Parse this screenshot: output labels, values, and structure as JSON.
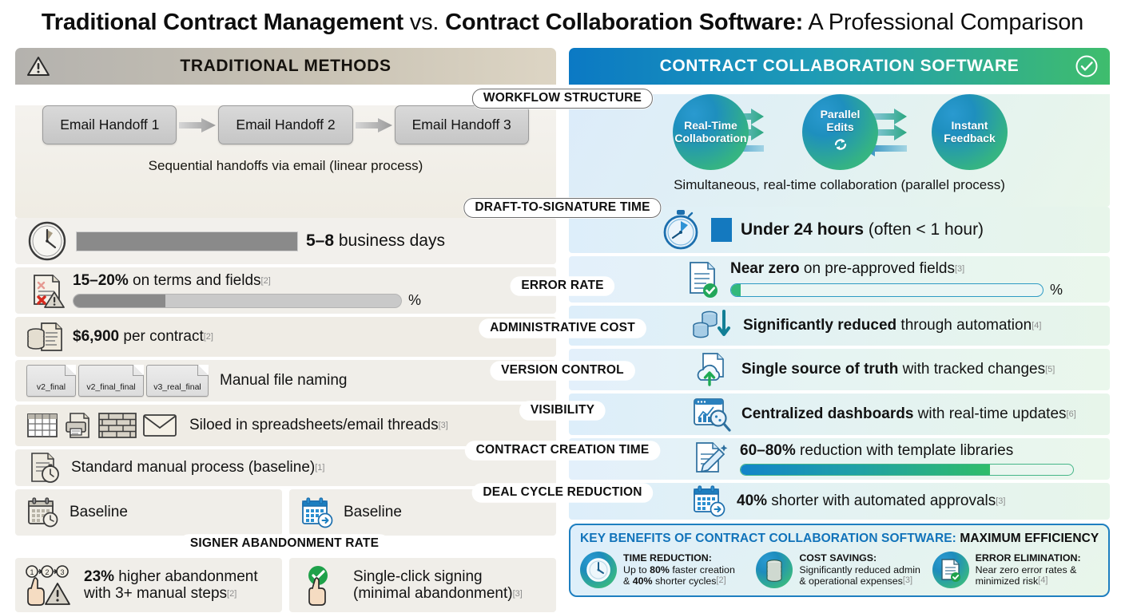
{
  "title": {
    "part1": "Traditional Contract Management",
    "part2": " vs. ",
    "part3": "Contract Collaboration Software:",
    "part4": " A Professional Comparison"
  },
  "colors": {
    "left_header_start": "#b4b2ae",
    "left_header_end": "#ddd5c4",
    "right_header_start": "#0b79c4",
    "right_header_end": "#3fbd6d",
    "accent_blue": "#1173ba",
    "accent_green": "#33b87b",
    "grey_bar": "#8a8a8a"
  },
  "left_panel": {
    "header": "TRADITIONAL METHODS",
    "header_icon": "warning-triangle-icon",
    "workflow": {
      "steps": [
        "Email Handoff 1",
        "Email Handoff 2",
        "Email Handoff 3"
      ],
      "caption": "Sequential handoffs via email (linear process)"
    },
    "rows": [
      {
        "id": "draft-to-signature",
        "icon": "analog-clock-icon",
        "bold": "5–8",
        "rest": " business days",
        "bar": {
          "type": "solid-grey",
          "fill_pct": 100
        }
      },
      {
        "id": "error-rate",
        "icon": "document-error-icon",
        "bold": "15–20%",
        "rest": " on terms and fields",
        "ref": "[2]",
        "bar": {
          "type": "track-grey",
          "fill_pct": 28,
          "suffix": "%"
        }
      },
      {
        "id": "administrative-cost",
        "icon": "coins-document-icon",
        "bold": "$6,900",
        "rest": " per contract",
        "ref": "[2]"
      },
      {
        "id": "version-control",
        "icon": "file-versions-icon",
        "files": [
          "v2_final",
          "v2_final_final",
          "v3_real_final"
        ],
        "rest": "Manual file naming"
      },
      {
        "id": "visibility",
        "icons": [
          "spreadsheet-icon",
          "printer-document-icon",
          "brick-wall-icon",
          "envelope-icon"
        ],
        "rest": "Siloed in spreadsheets/email threads",
        "ref": "[3]"
      },
      {
        "id": "contract-creation-time",
        "icon": "document-stopwatch-icon",
        "rest": "Standard manual process (baseline)",
        "ref": "[1]"
      }
    ],
    "baseline_split": [
      {
        "icon": "calendar-clock-icon",
        "label": "Baseline"
      },
      {
        "icon": "calendar-arrow-icon-blue",
        "label": "Baseline"
      }
    ],
    "abandonment": {
      "icon": "steps-hand-warning-icon",
      "bold": "23%",
      "line1_rest": " higher abandonment",
      "line2": "with 3+ manual steps",
      "ref": "[2]"
    }
  },
  "right_panel": {
    "header": "CONTRACT COLLABORATION SOFTWARE",
    "header_icon": "check-circle-icon",
    "workflow": {
      "nodes": [
        "Real-Time\nCollaboration",
        "Parallel\nEdits",
        "Instant\nFeedback"
      ],
      "node_labels": [
        {
          "l1": "Real-Time",
          "l2": "Collaboration"
        },
        {
          "l1": "Parallel",
          "l2": "Edits"
        },
        {
          "l1": "Instant",
          "l2": "Feedback"
        }
      ],
      "caption": "Simultaneous, real-time collaboration (parallel process)"
    },
    "rows": [
      {
        "id": "draft-to-signature",
        "icon": "stopwatch-icon",
        "swatch": "blue-square",
        "bold": "Under 24 hours",
        "rest": " (often < 1 hour)"
      },
      {
        "id": "error-rate",
        "icon": "document-check-icon",
        "bold": "Near zero",
        "rest": " on pre-approved fields",
        "ref": "[3]",
        "bar": {
          "type": "track-blue",
          "fill_pct": 3,
          "suffix": "%"
        }
      },
      {
        "id": "administrative-cost",
        "icon": "coins-down-arrow-icon",
        "bold": "Significantly reduced",
        "rest": " through automation",
        "ref": "[4]"
      },
      {
        "id": "version-control",
        "icon": "cloud-upload-document-icon",
        "bold": "Single source of truth",
        "rest": " with tracked changes",
        "ref": "[5]"
      },
      {
        "id": "visibility",
        "icon": "dashboard-magnifier-icon",
        "bold": "Centralized dashboards",
        "rest": " with real-time updates",
        "ref": "[6]"
      },
      {
        "id": "contract-creation-time",
        "icon": "document-magic-pen-icon",
        "bold": "60–80%",
        "rest": " reduction with template libraries",
        "bar": {
          "type": "track-grad",
          "fill_pct": 75
        }
      },
      {
        "id": "deal-cycle-reduction",
        "icon": "calendar-arrow-icon-blue",
        "bold": "40%",
        "rest": " shorter with automated approvals",
        "ref": "[3]"
      }
    ],
    "abandonment": {
      "icon": "green-check-hand-icon",
      "line1": "Single-click signing",
      "line2": "(minimal abandonment)",
      "ref": "[3]"
    }
  },
  "center_labels": [
    {
      "id": "workflow-structure",
      "text": "WORKFLOW STRUCTURE",
      "outlined": true
    },
    {
      "id": "draft-to-signature-time",
      "text": "DRAFT-TO-SIGNATURE TIME",
      "outlined": true
    },
    {
      "id": "error-rate",
      "text": "ERROR RATE",
      "outlined": false
    },
    {
      "id": "administrative-cost",
      "text": "ADMINISTRATIVE COST",
      "outlined": false
    },
    {
      "id": "version-control",
      "text": "VERSION CONTROL",
      "outlined": false
    },
    {
      "id": "visibility",
      "text": "VISIBILITY",
      "outlined": false
    },
    {
      "id": "contract-creation-time",
      "text": "CONTRACT CREATION TIME",
      "outlined": false
    },
    {
      "id": "deal-cycle-reduction",
      "text": "DEAL CYCLE REDUCTION",
      "outlined": false
    },
    {
      "id": "signer-abandonment-rate",
      "text": "SIGNER ABANDONMENT RATE",
      "outlined": false
    }
  ],
  "key_benefits": {
    "title_blue": "KEY BENEFITS OF CONTRACT COLLABORATION SOFTWARE:",
    "title_black": " MAXIMUM EFFICIENCY",
    "items": [
      {
        "icon": "clock-icon",
        "heading": "TIME REDUCTION:",
        "line1_pre": "Up to ",
        "line1_bold": "80%",
        "line1_post": " faster creation",
        "line2_pre": "& ",
        "line2_bold": "40%",
        "line2_post": " shorter cycles",
        "ref": "[2]"
      },
      {
        "icon": "coins-stack-icon",
        "heading": "COST SAVINGS:",
        "line1_pre": "Significantly reduced admin",
        "line1_bold": "",
        "line1_post": "",
        "line2_pre": "& operational expenses",
        "line2_bold": "",
        "line2_post": "",
        "ref": "[3]"
      },
      {
        "icon": "document-check-icon",
        "heading": "ERROR ELIMINATION:",
        "line1_pre": "Near zero error rates &",
        "line1_bold": "",
        "line1_post": "",
        "line2_pre": "minimized risk",
        "line2_bold": "",
        "line2_post": "",
        "ref": "[4]"
      }
    ]
  }
}
